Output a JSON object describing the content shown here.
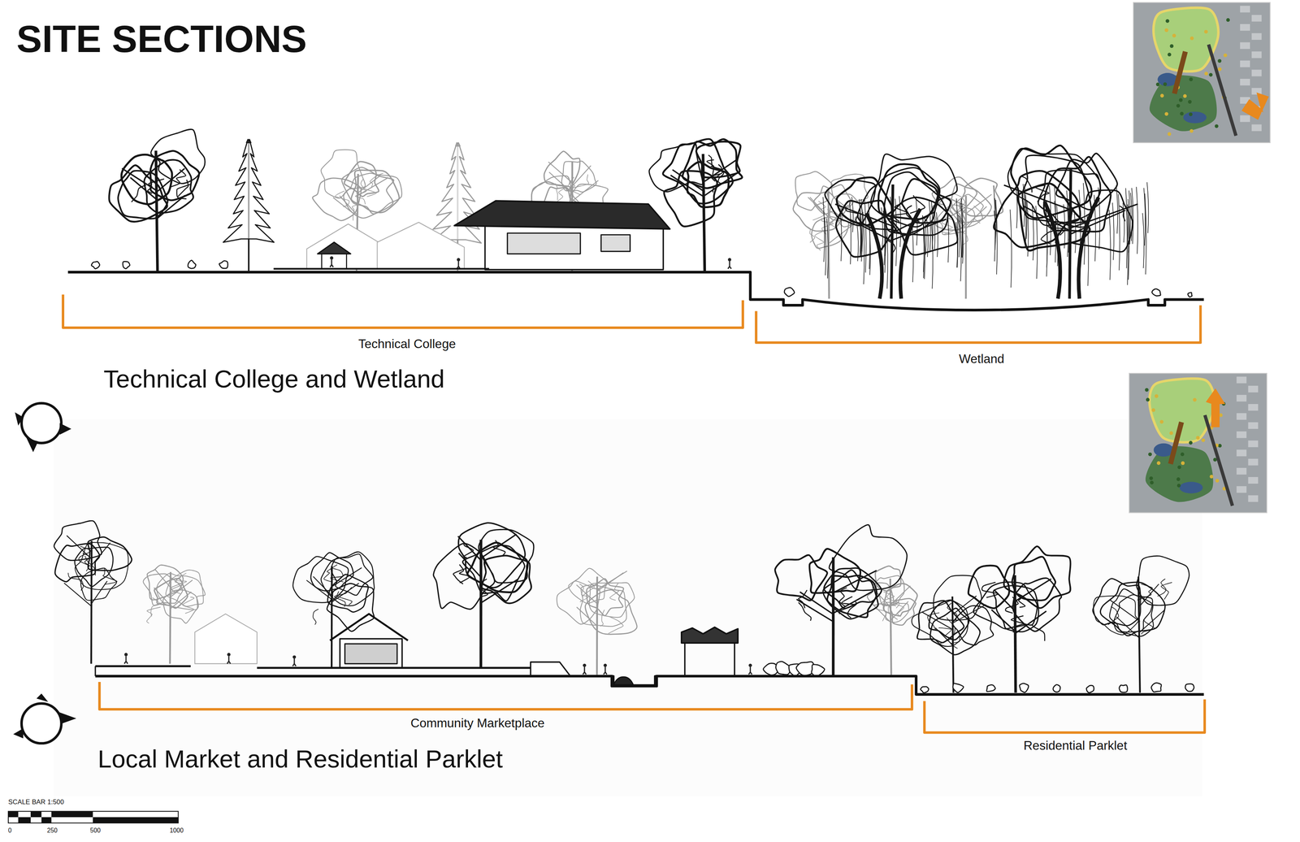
{
  "diagram": {
    "title": "SITE SECTIONS",
    "labels": [
      "Technical College",
      "Wetland",
      "Technical College and Wetland",
      "Community Marketplace",
      "Residential Parklet",
      "Local Market and Residential Parklet",
      "SCALE BAR 1:500",
      "0",
      "250",
      "500",
      "1000"
    ]
  }
}
